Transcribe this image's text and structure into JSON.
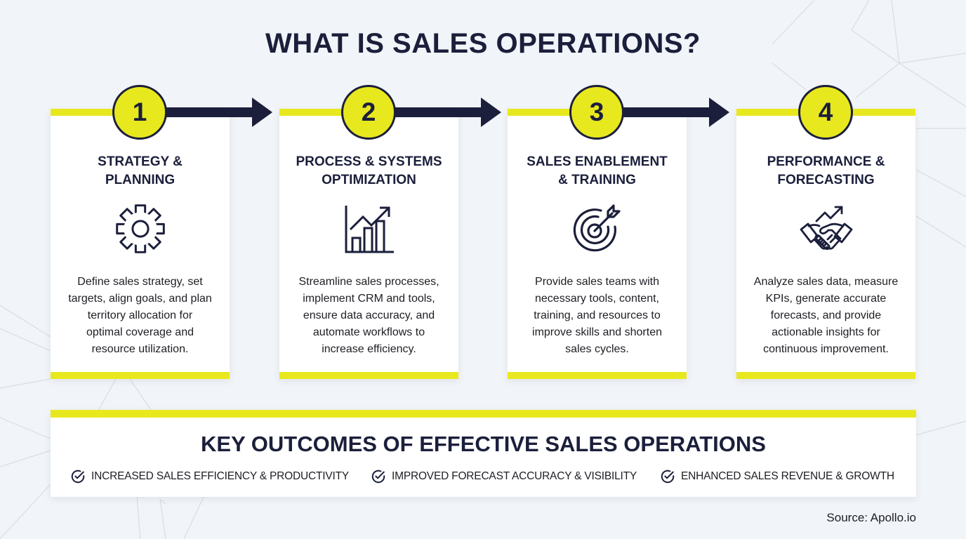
{
  "header": {
    "title": "WHAT IS SALES OPERATIONS?"
  },
  "theme": {
    "accent_yellow": "#e8e81e",
    "navy": "#1b1f3b",
    "background": "#f1f4f8",
    "card_background": "#ffffff"
  },
  "steps": [
    {
      "number": "1",
      "title_lines": [
        "STRATEGY &",
        "PLANNING"
      ],
      "icon": "gear-icon",
      "description_lines": [
        "Define sales strategy, set",
        "targets, align goals, and plan",
        "territory allocation for",
        "optimal coverage and",
        "resource utilization."
      ]
    },
    {
      "number": "2",
      "title_lines": [
        "PROCESS & SYSTEMS",
        "OPTIMIZATION"
      ],
      "icon": "bar-chart-growth-icon",
      "description_lines": [
        "Streamline sales processes,",
        "implement CRM and tools,",
        "ensure data accuracy, and",
        "automate workflows to",
        "increase efficiency."
      ]
    },
    {
      "number": "3",
      "title_lines": [
        "SALES ENABLEMENT",
        "& TRAINING"
      ],
      "icon": "target-arrow-icon",
      "description_lines": [
        "Provide sales teams with",
        "necessary tools, content,",
        "training, and resources to",
        "improve skills and shorten",
        "sales cycles."
      ]
    },
    {
      "number": "4",
      "title_lines": [
        "PERFORMANCE &",
        "FORECASTING"
      ],
      "icon": "handshake-growth-icon",
      "description_lines": [
        "Analyze sales data, measure",
        "KPIs, generate accurate",
        "forecasts, and provide",
        "actionable insights for",
        "continuous improvement."
      ]
    }
  ],
  "outcomes": {
    "title": "KEY OUTCOMES OF EFFECTIVE SALES OPERATIONS",
    "items": [
      {
        "icon": "check-circle-icon",
        "label": "INCREASED SALES EFFICIENCY & PRODUCTIVITY"
      },
      {
        "icon": "check-circle-icon",
        "label": "IMPROVED FORECAST ACCURACY & VISIBILITY"
      },
      {
        "icon": "check-circle-icon",
        "label": "ENHANCED SALES REVENUE & GROWTH"
      }
    ]
  },
  "footer": {
    "source": "Source: Apollo.io"
  }
}
